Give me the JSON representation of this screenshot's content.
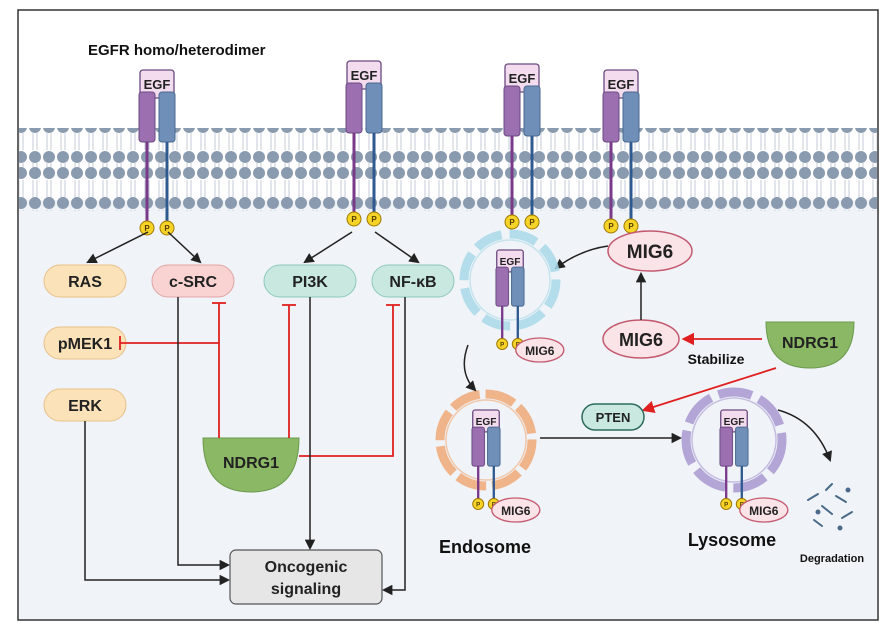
{
  "title": "EGFR homo/heterodimer",
  "ligand": "EGF",
  "phospho": "P",
  "nodes": {
    "ras": "RAS",
    "csrc": "c-SRC",
    "pi3k": "PI3K",
    "nfkb": "NF-κB",
    "pmek1": "pMEK1",
    "erk": "ERK",
    "ndrg1_left": "NDRG1",
    "ndrg1_right": "NDRG1",
    "mig6_top": "MIG6",
    "mig6_mid": "MIG6",
    "mig6_small": "MIG6",
    "pten": "PTEN",
    "stabilize": "Stabilize",
    "oncogenic_line1": "Oncogenic",
    "oncogenic_line2": "signaling",
    "endosome": "Endosome",
    "lysosome": "Lysosome",
    "degradation": "Degradation"
  },
  "colors": {
    "membrane_head": "#8a9bb0",
    "background": "#f0f4f8",
    "receptor_purple": "#9b6fb0",
    "receptor_blue": "#6f8fb8",
    "egf_fill": "#f4dcef",
    "phospho": "#f5d327",
    "ras_fill": "#fbe2b8",
    "csrc_fill": "#f9d2d2",
    "pi3k_fill": "#c8e8e0",
    "ndrg1_fill": "#8ab865",
    "mig6_fill": "#fbe4e8",
    "inhibit": "#e02020",
    "endosome": "#f0a878",
    "lysosome": "#a898d0",
    "vesicle_top": "#a8d8e8"
  }
}
